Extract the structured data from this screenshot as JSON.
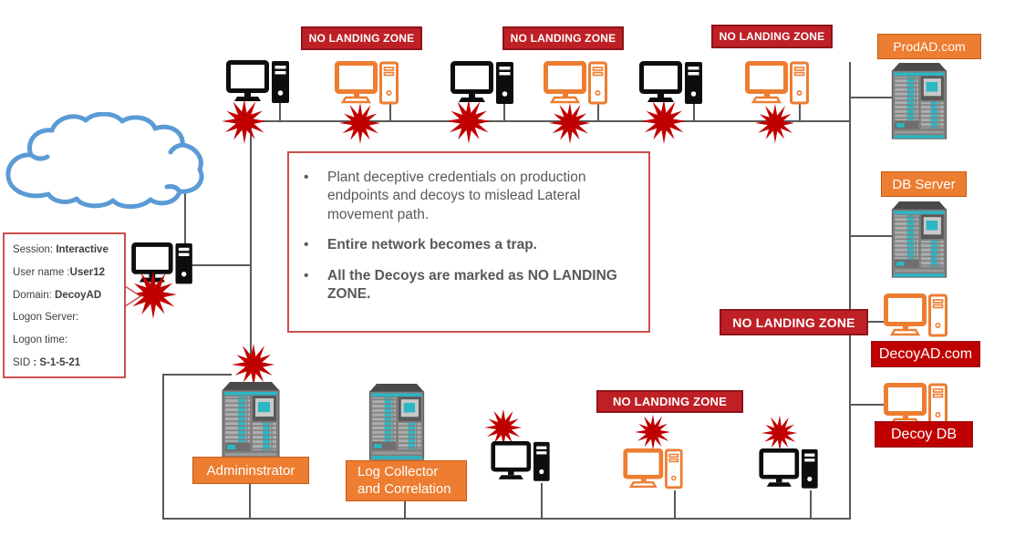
{
  "title": "Deception network diagram",
  "labels": {
    "no_landing_zone": "NO LANDING ZONE",
    "prod_ad": "ProdAD.com",
    "db_server": "DB Server",
    "decoy_ad": "DecoyAD.com",
    "decoy_db": "Decoy DB",
    "administrator": "Admininstrator",
    "log_collector_line1": "Log Collector",
    "log_collector_line2": "and Correlation"
  },
  "info_callout": {
    "bullets": [
      {
        "text": "Plant deceptive credentials on production endpoints and decoys to mislead Lateral movement path.",
        "bold": false
      },
      {
        "text": "Entire network becomes a trap.",
        "bold": true
      },
      {
        "text": "All the Decoys are marked as NO LANDING ZONE.",
        "bold": true
      }
    ]
  },
  "session_box": {
    "rows": [
      {
        "label": "Session: ",
        "value": "Interactive"
      },
      {
        "label": "User name :",
        "value": "User12"
      },
      {
        "label": "Domain: ",
        "value": "DecoyAD"
      },
      {
        "label": "Logon Server:",
        "value": ""
      },
      {
        "label": "Logon time:",
        "value": ""
      },
      {
        "label": "SID ",
        "value": ": S-1-5-21"
      }
    ]
  },
  "colors": {
    "decoy_orange": "#ED7D31",
    "alert_red": "#C00000",
    "burst_red": "#C00000",
    "server_teal": "#2BB7C4",
    "cloud_blue": "#5B9BD5",
    "line_gray": "#595959",
    "text_gray": "#595959"
  }
}
